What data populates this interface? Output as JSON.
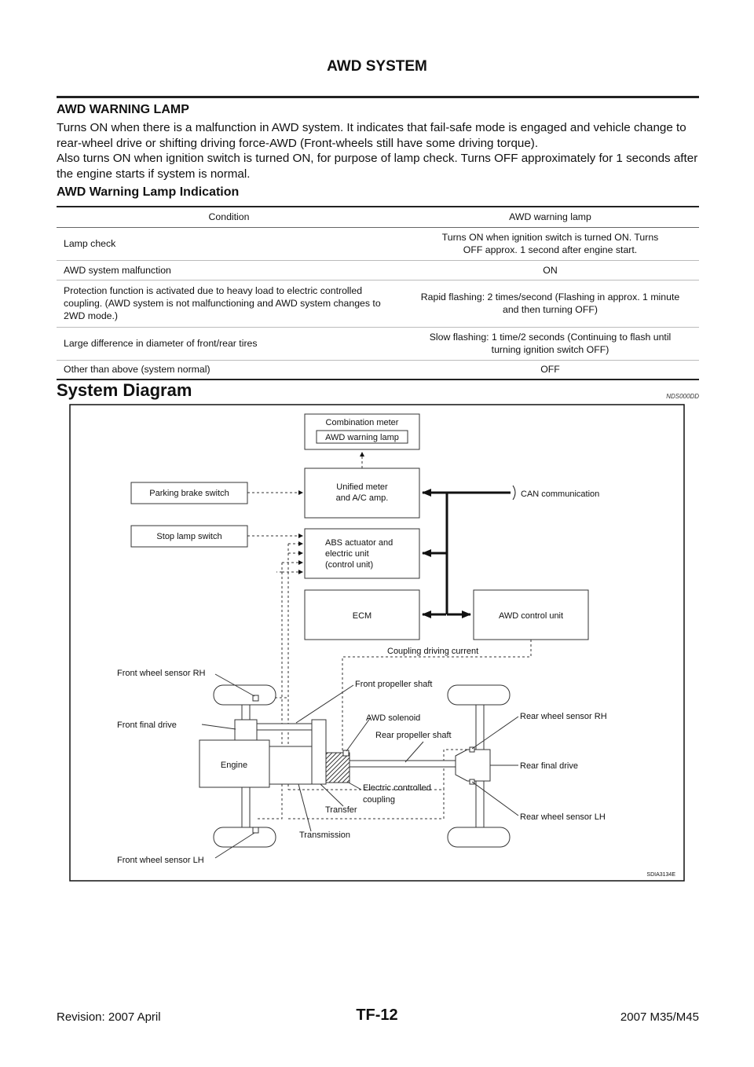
{
  "header": {
    "title": "AWD SYSTEM"
  },
  "section_lamp": {
    "heading": "AWD WARNING LAMP",
    "paragraphs": [
      "Turns ON when there is a malfunction in AWD system. It indicates that fail-safe mode is engaged and vehicle change to rear-wheel drive or shifting driving force-AWD (Front-wheels still have some driving torque).",
      "Also turns ON when ignition switch is turned ON, for purpose of lamp check. Turns OFF approximately for 1 seconds after the engine starts if system is normal."
    ]
  },
  "section_indication": {
    "heading": "AWD Warning Lamp Indication",
    "table": {
      "headers": [
        "Condition",
        "AWD warning lamp"
      ],
      "rows": [
        {
          "condition": "Lamp check",
          "lamp": "Turns ON when ignition switch is turned ON. Turns OFF approx. 1 second after engine start."
        },
        {
          "condition": "AWD system malfunction",
          "lamp": "ON"
        },
        {
          "condition": "Protection function is activated due to heavy load to electric controlled coupling. (AWD system is not malfunctioning and AWD system changes to 2WD mode.)",
          "lamp": "Rapid flashing: 2 times/second (Flashing in approx. 1 minute and then turning OFF)"
        },
        {
          "condition": "Large difference in diameter of front/rear tires",
          "lamp": "Slow flashing: 1 time/2 seconds (Continuing to flash until turning ignition switch OFF)"
        },
        {
          "condition": "Other than above (system normal)",
          "lamp": "OFF"
        }
      ]
    }
  },
  "section_diagram": {
    "heading": "System Diagram",
    "code": "NDS000DD",
    "labels": {
      "combination_meter": "Combination meter",
      "awd_warning_lamp": "AWD warning lamp",
      "unified_meter_1": "Unified meter",
      "unified_meter_2": "and A/C amp.",
      "parking_brake_switch": "Parking brake switch",
      "stop_lamp_switch": "Stop lamp switch",
      "abs_1": "ABS actuator and",
      "abs_2": "electric unit",
      "abs_3": "(control unit)",
      "can": "CAN communication",
      "ecm": "ECM",
      "awd_control_unit": "AWD control unit",
      "coupling_current": "Coupling driving current",
      "front_wheel_sensor_rh": "Front wheel sensor RH",
      "front_propeller_shaft": "Front propeller shaft",
      "front_final_drive": "Front final drive",
      "awd_solenoid": "AWD solenoid",
      "rear_propeller_shaft": "Rear propeller shaft",
      "rear_wheel_sensor_rh": "Rear wheel sensor RH",
      "engine": "Engine",
      "rear_final_drive": "Rear final drive",
      "ecc_1": "Electric controlled",
      "ecc_2": "coupling",
      "transfer": "Transfer",
      "rear_wheel_sensor_lh": "Rear wheel sensor LH",
      "transmission": "Transmission",
      "front_wheel_sensor_lh": "Front wheel sensor LH",
      "figure_id": "SDIA3134E"
    }
  },
  "footer": {
    "revision": "Revision: 2007 April",
    "page": "TF-12",
    "model": "2007 M35/M45"
  }
}
